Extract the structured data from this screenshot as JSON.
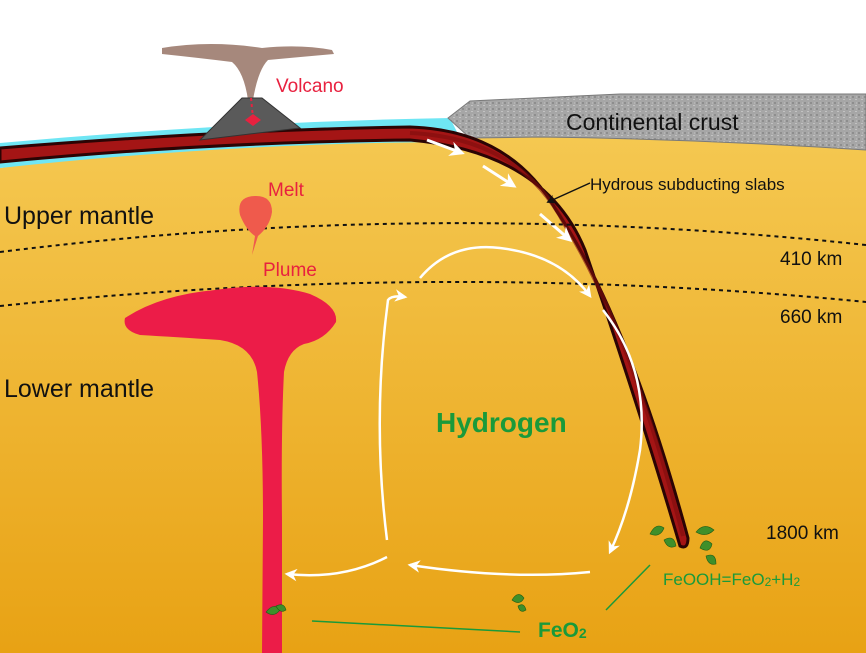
{
  "labels": {
    "volcano": "Volcano",
    "continental_crust": "Continental crust",
    "hydrous_slabs": "Hydrous subducting slabs",
    "melt": "Melt",
    "upper_mantle": "Upper mantle",
    "plume": "Plume",
    "depth_410": "410 km",
    "depth_660": "660 km",
    "lower_mantle": "Lower mantle",
    "hydrogen": "Hydrogen",
    "depth_1800": "1800 km",
    "reaction_a": "FeOOH=FeO",
    "reaction_sub1": "2",
    "reaction_b": "+H",
    "reaction_sub2": "2",
    "feo2_main": "FeO",
    "feo2_sub": "2"
  },
  "colors": {
    "mantle_top": "#f3c24c",
    "mantle_bottom": "#e8a416",
    "ocean": "#6fe6f4",
    "crust_gray": "#a8a8a8",
    "slab_dark": "#8a0f0f",
    "slab_red": "#c11d1d",
    "plume_red": "#ec1c48",
    "hydrogen_green": "#1a9a3a",
    "arrow_white": "#ffffff"
  }
}
